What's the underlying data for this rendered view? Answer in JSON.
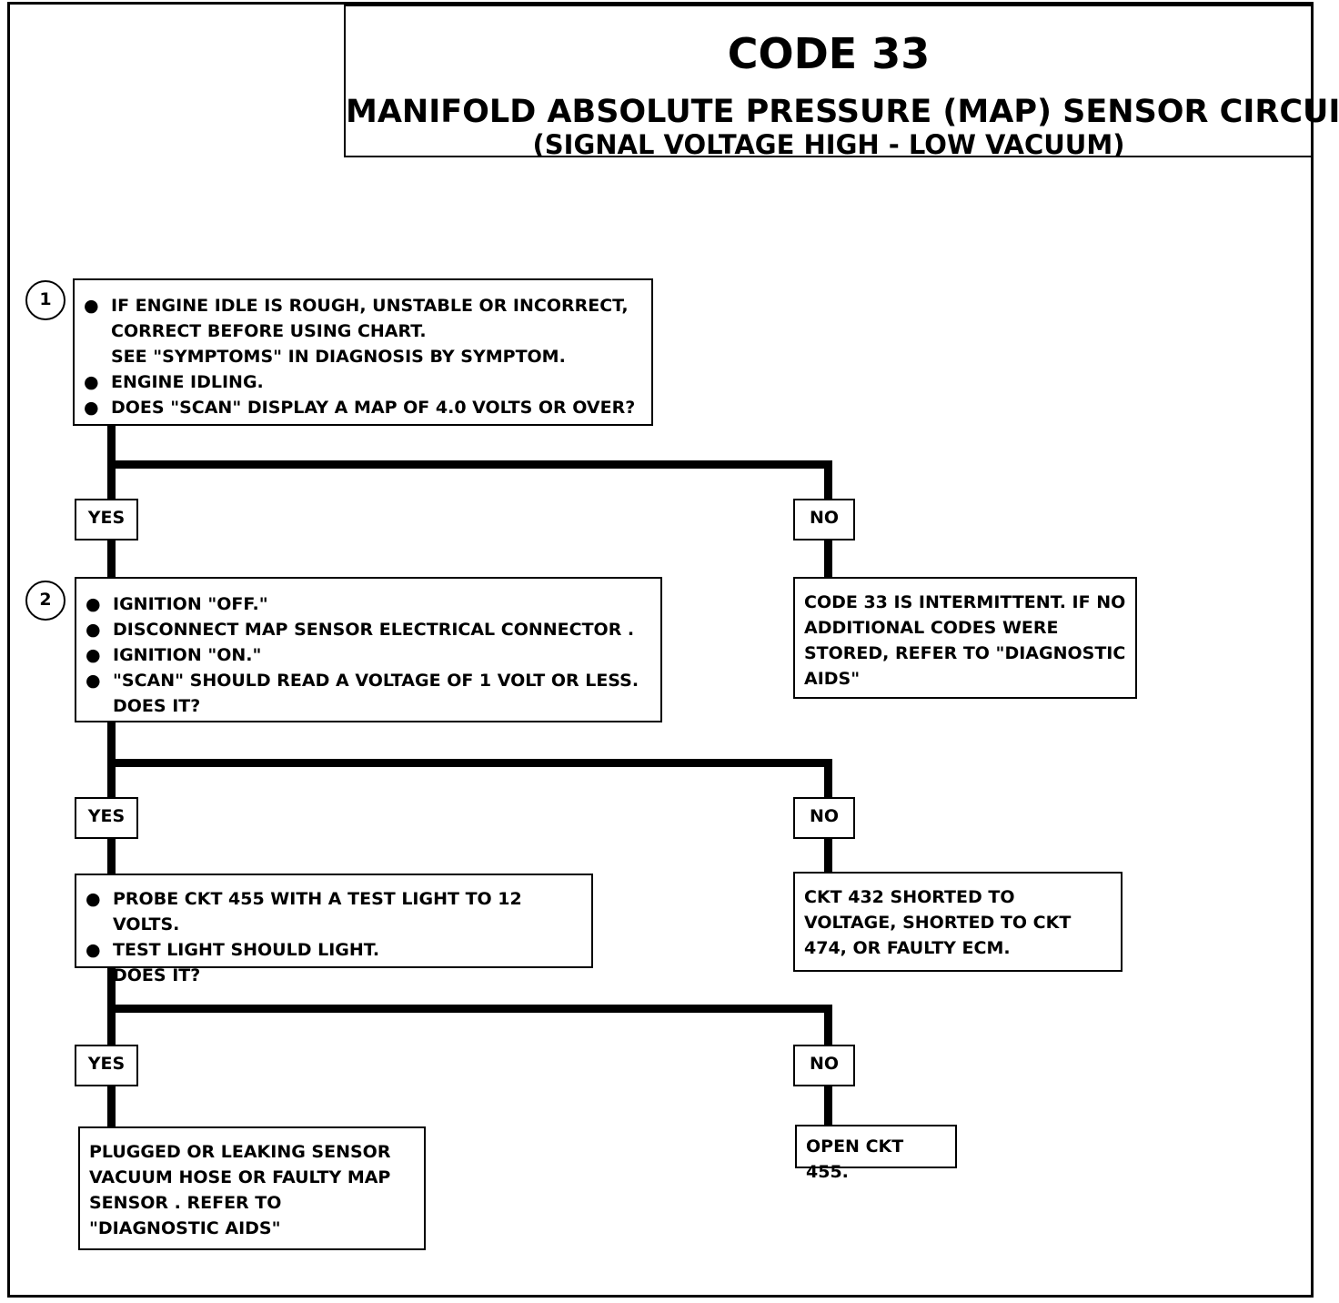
{
  "header": {
    "code": "CODE 33",
    "title": "MANIFOLD ABSOLUTE PRESSURE (MAP) SENSOR CIRCUIT",
    "subtitle": "(SIGNAL VOLTAGE HIGH - LOW VACUUM)"
  },
  "step1": {
    "number": "1",
    "lines": [
      "IF ENGINE IDLE IS ROUGH, UNSTABLE OR INCORRECT,",
      "CORRECT BEFORE USING CHART.",
      "SEE \"SYMPTOMS\" IN DIAGNOSIS BY SYMPTOM.",
      "ENGINE IDLING.",
      "DOES \"SCAN\" DISPLAY A MAP OF 4.0  VOLTS OR OVER?"
    ]
  },
  "step2": {
    "number": "2",
    "lines": [
      "IGNITION \"OFF.\"",
      "DISCONNECT MAP SENSOR ELECTRICAL CONNECTOR .",
      "IGNITION \"ON.\"",
      "\"SCAN\" SHOULD READ  A VOLTAGE OF 1 VOLT OR LESS.",
      "DOES IT?"
    ]
  },
  "step3": {
    "lines": [
      "PROBE CKT 455 WITH A TEST LIGHT TO 12 VOLTS.",
      "TEST LIGHT SHOULD LIGHT.",
      "DOES IT?"
    ]
  },
  "labels": {
    "yes": "YES",
    "no": "NO"
  },
  "results": {
    "intermittent": "CODE 33 IS INTERMITTENT. IF NO ADDITIONAL CODES WERE STORED, REFER TO \"DIAGNOSTIC AIDS\"",
    "shorted": "CKT 432 SHORTED TO VOLTAGE, SHORTED TO CKT 474, OR FAULTY ECM.",
    "plugged": "PLUGGED OR LEAKING SENSOR VACUUM HOSE OR FAULTY MAP SENSOR .  REFER TO \"DIAGNOSTIC AIDS\"",
    "open": "OPEN CKT 455."
  }
}
